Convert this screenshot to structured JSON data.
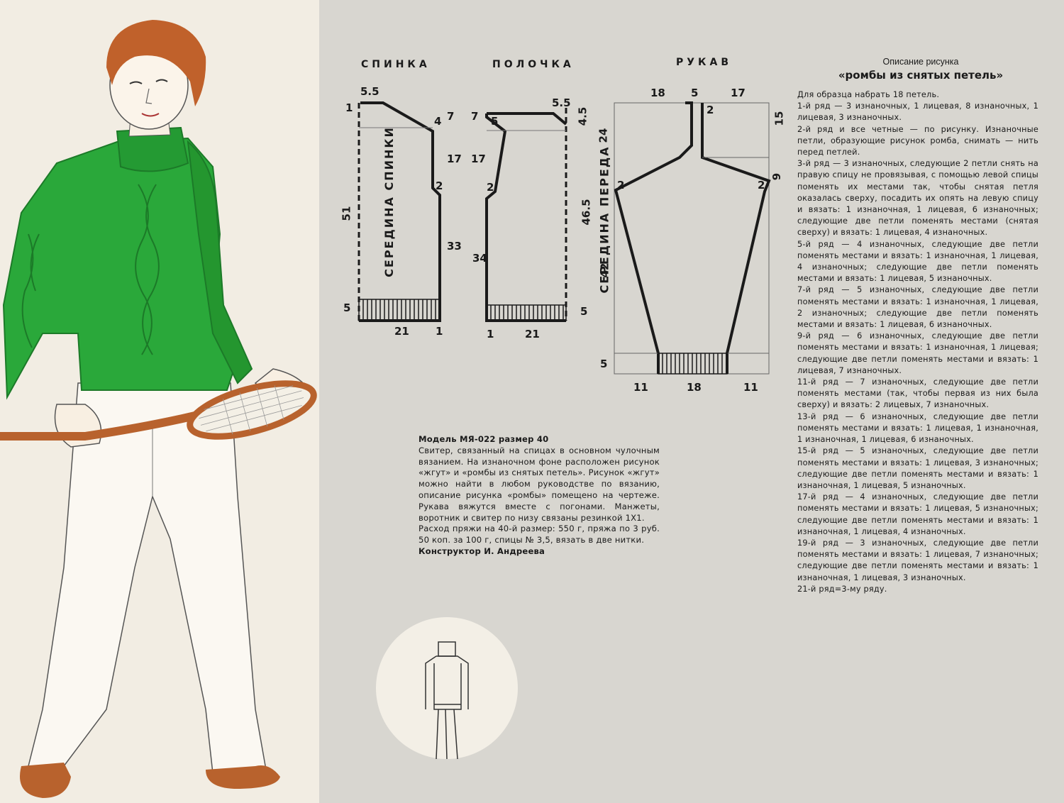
{
  "patterns": {
    "back": {
      "title": "СПИНКА",
      "center_label": "СЕРЕДИНА СПИНКИ",
      "dims": {
        "shoulder_top": "5.5",
        "neck_drop": "1",
        "armhole_side": "7",
        "shoulder_slope": "4",
        "armhole_depth": "17",
        "armhole_curve": "2",
        "full_length": "51",
        "side_length": "33",
        "ribbing": "5",
        "half_width": "21",
        "hem_extra": "1"
      }
    },
    "front": {
      "title": "ПОЛОЧКА",
      "center_label": "СЕРЕДИНА ПЕРЕДА",
      "dims": {
        "armhole_side": "7",
        "shoulder_slope": "5",
        "shoulder_top": "5.5",
        "neck_drop": "4.5",
        "armhole_depth": "17",
        "armhole_curve": "2",
        "side_length": "34",
        "full_length": "46.5",
        "ribbing": "5",
        "hem_extra": "1",
        "half_width": "21"
      }
    },
    "sleeve": {
      "title": "РУКАВ",
      "dims": {
        "top_left": "18",
        "top_mid": "5",
        "top_right": "17",
        "saddle_len": "24",
        "saddle_w": "2",
        "cap_right": "15",
        "cap_mid": "9",
        "cap_corner": "2",
        "length": "42",
        "ribbing": "5",
        "bottom_left": "11",
        "bottom_mid": "18",
        "bottom_right": "11"
      }
    }
  },
  "model": {
    "heading": "Модель МЯ-022 размер 40",
    "description": "Свитер, связанный на спицах в основном чулочным вязанием. На изнаночном фоне расположен рисунок «жгут» и «ромбы из снятых петель». Рисунок «жгут» можно найти в любом руководстве по вязанию, описание рисунка «ромбы» помещено на чертеже. Рукава вяжутся вместе с погонами. Манжеты, воротник и свитер по низу связаны резинкой 1Х1.",
    "yarn": "Расход пряжи на 40-й размер: 550 г, пряжа по 3 руб. 50 коп. за 100 г, спицы № 3,5, вязать в две нитки.",
    "designer": "Конструктор И. Андреева"
  },
  "description": {
    "subtitle": "Описание рисунка",
    "title": "«ромбы из снятых петель»",
    "paragraphs": [
      "Для образца набрать 18 петель.",
      "1-й ряд — 3 изнаночных, 1 лицевая, 8 изнаночных, 1 лицевая, 3 изнаночных.",
      "2-й ряд и все четные — по рисунку. Изнаночные петли, образующие рисунок ромба, снимать — нить перед петлей.",
      "3-й ряд — 3 изнаночных, следующие 2 петли снять на правую спицу не провязывая, с помощью левой спицы поменять их местами так, чтобы снятая петля оказалась сверху, посадить их опять на левую спицу и вязать: 1 изнаночная, 1 лицевая, 6 изнаночных; следующие две петли поменять местами (снятая сверху) и вязать: 1 лицевая, 4 изнаночных.",
      "5-й ряд — 4 изнаночных, следующие две петли поменять местами и вязать: 1 изнаночная, 1 лицевая, 4 изнаночных; следующие две петли поменять местами и вязать: 1 лицевая, 5 изнаночных.",
      "7-й ряд — 5 изнаночных, следующие две петли поменять местами и вязать: 1 изнаночная, 1 лицевая, 2 изнаночных; следующие две петли поменять местами и вязать: 1 лицевая, 6 изнаночных.",
      "9-й ряд — 6 изнаночных, следующие две петли поменять местами и вязать: 1 изнаночная, 1 лицевая; следующие две петли поменять местами и вязать: 1 лицевая, 7 изнаночных.",
      "11-й ряд — 7 изнаночных, следующие две петли поменять местами (так, чтобы первая из них была сверху) и вязать: 2 лицевых, 7 изнаночных.",
      "13-й ряд — 6 изнаночных, следующие две петли поменять местами и вязать: 1 лицевая, 1 изнаночная, 1 изнаночная, 1 лицевая, 6 изнаночных.",
      "15-й ряд — 5 изнаночных, следующие две петли поменять местами и вязать: 1 лицевая, 3 изнаночных; следующие две петли поменять местами и вязать: 1 изнаночная, 1 лицевая, 5 изнаночных.",
      "17-й ряд — 4 изнаночных, следующие две петли поменять местами и вязать: 1 лицевая, 5 изнаночных; следующие две петли поменять местами и вязать: 1 изнаночная, 1 лицевая, 4 изнаночных.",
      "19-й ряд — 3 изнаночных, следующие две петли поменять местами и вязать: 1 лицевая, 7 изнаночных; следующие две петли поменять местами и вязать: 1 изнаночная, 1 лицевая, 3 изнаночных.",
      "21-й ряд=3-му ряду."
    ]
  },
  "colors": {
    "sweater": "#2aa83a",
    "sweater_dark": "#1c7a28",
    "hair": "#c0612b",
    "shoes": "#b8622d",
    "page": "#d8d6d0",
    "ink": "#1a1a1a"
  }
}
